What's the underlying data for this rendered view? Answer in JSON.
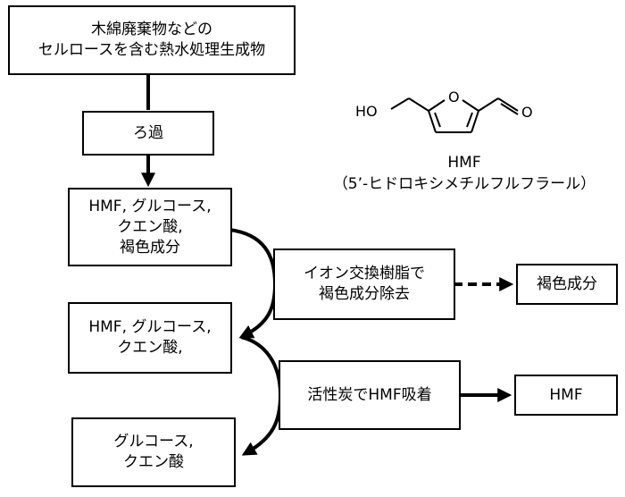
{
  "boxes": {
    "source": [
      "木綿廃棄物などの",
      "セルロースを含む熱水処理生成物"
    ],
    "filter": [
      "ろ過"
    ],
    "mix1": [
      "HMF, グルコース,",
      "クエン酸,",
      "褐色成分"
    ],
    "ion_exchange": [
      "イオン交換樹脂で",
      "褐色成分除去"
    ],
    "brown_out": [
      "褐色成分"
    ],
    "mix2": [
      "HMF, グルコース,",
      "クエン酸,"
    ],
    "activated_carbon": [
      "活性炭でHMF吸着"
    ],
    "hmf_out": [
      "HMF"
    ],
    "final": [
      "グルコース,",
      "クエン酸"
    ]
  },
  "molecule": {
    "atom_O_ring": "O",
    "atom_HO": "HO",
    "atom_O_aldehyde": "O",
    "name": "HMF",
    "full_name": "（5’-ヒドロキシメチルフルフラール）"
  }
}
